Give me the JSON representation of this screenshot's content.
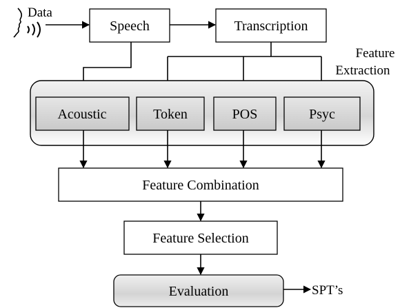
{
  "labels": {
    "data": "Data",
    "speech": "Speech",
    "transcription": "Transcription",
    "feature_extraction_line1": "Feature",
    "feature_extraction_line2": "Extraction",
    "acoustic": "Acoustic",
    "token": "Token",
    "pos": "POS",
    "psyc": "Psyc",
    "feature_combination": "Feature Combination",
    "feature_selection": "Feature Selection",
    "evaluation": "Evaluation",
    "output": "SPT’s"
  },
  "icons": {
    "speaker": "speaking-head-icon"
  }
}
